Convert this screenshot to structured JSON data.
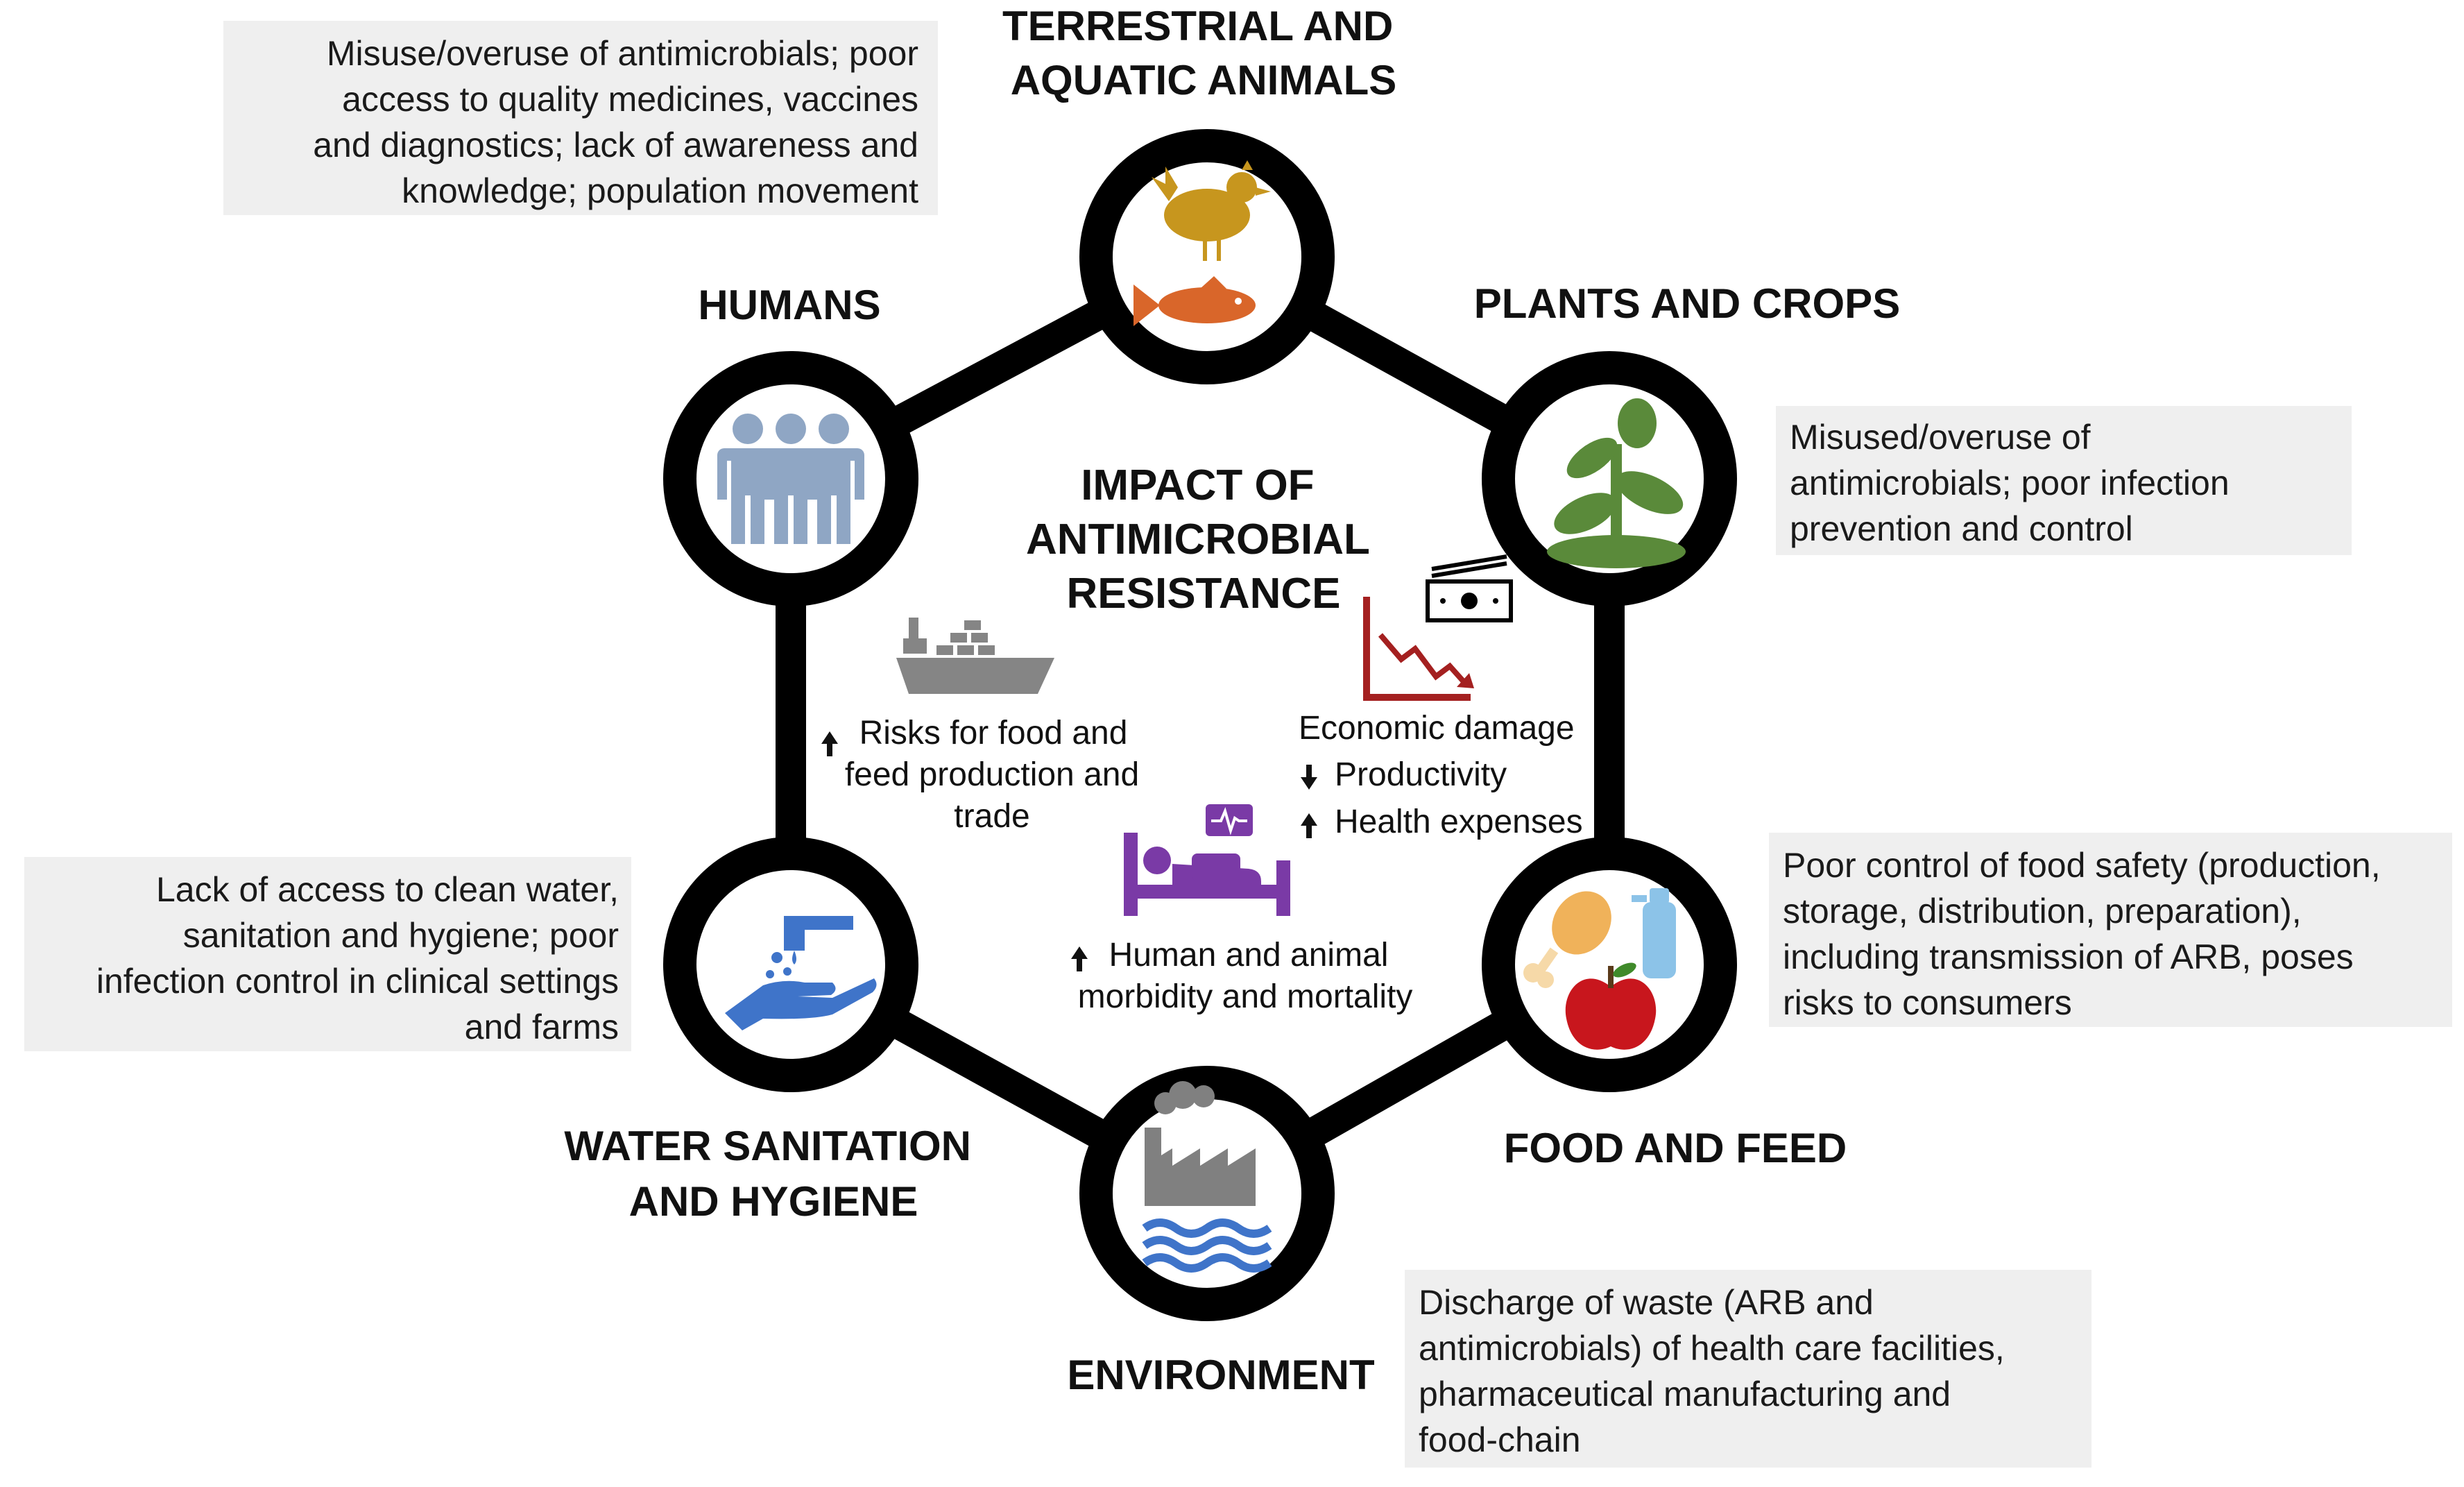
{
  "center": {
    "title_lines": [
      "IMPACT OF",
      "ANTIMICROBIAL",
      "RESISTANCE"
    ],
    "trade": {
      "arrow": "up",
      "lines": [
        "Risks for food and",
        "feed production and",
        "trade"
      ]
    },
    "economic": {
      "lines": [
        "Economic damage"
      ],
      "items": [
        {
          "arrow": "down",
          "text": "Productivity"
        },
        {
          "arrow": "up",
          "text": "Health expenses"
        }
      ]
    },
    "health": {
      "arrow": "up",
      "lines": [
        "Human and animal",
        "morbidity and mortality"
      ]
    }
  },
  "nodes": {
    "animals": {
      "title_lines": [
        "TERRESTRIAL AND",
        "AQUATIC ANIMALS"
      ],
      "icons": [
        "chicken-icon",
        "fish-icon"
      ]
    },
    "plants": {
      "title_lines": [
        "PLANTS AND CROPS"
      ],
      "icons": [
        "plant-icon"
      ]
    },
    "food": {
      "title_lines": [
        "FOOD AND FEED"
      ],
      "icons": [
        "chicken-leg-icon",
        "bottle-icon",
        "apple-icon"
      ]
    },
    "environment": {
      "title_lines": [
        "ENVIRONMENT"
      ],
      "icons": [
        "factory-icon",
        "water-waves-icon"
      ]
    },
    "water": {
      "title_lines": [
        "WATER SANITATION",
        "AND HYGIENE"
      ],
      "icons": [
        "tap-hand-icon"
      ]
    },
    "humans": {
      "title_lines": [
        "HUMANS"
      ],
      "icons": [
        "people-icon"
      ]
    }
  },
  "boxes": {
    "animals": [
      "Misuse/overuse of antimicrobials; poor",
      "access to quality medicines, vaccines",
      "and diagnostics; lack of awareness and",
      "knowledge; population movement"
    ],
    "plants": [
      "Misused/overuse of",
      "antimicrobials; poor infection",
      "prevention and control"
    ],
    "food": [
      "Poor control of food safety (production,",
      "storage, distribution, preparation),",
      "including transmission of ARB, poses",
      "risks to consumers"
    ],
    "environment": [
      "Discharge of waste (ARB and",
      "antimicrobials) of health care facilities,",
      "pharmaceutical manufacturing and",
      "food-chain"
    ],
    "water": [
      "Lack of access to clean water,",
      "sanitation and hygiene; poor",
      "infection control in clinical settings",
      "and farms"
    ]
  },
  "colors": {
    "ring": "#000000",
    "human_blue": "#8fa6c4",
    "plant_green": "#5a8a3a",
    "chicken_gold": "#c7961e",
    "fish_orange": "#d9662a",
    "apple_red": "#c8161d",
    "water_blue": "#3f74c9",
    "factory_gray": "#808080",
    "ship_gray": "#858585",
    "bed_purple": "#7a3aa6",
    "econ_red": "#a42020",
    "box_bg": "#efefef"
  }
}
